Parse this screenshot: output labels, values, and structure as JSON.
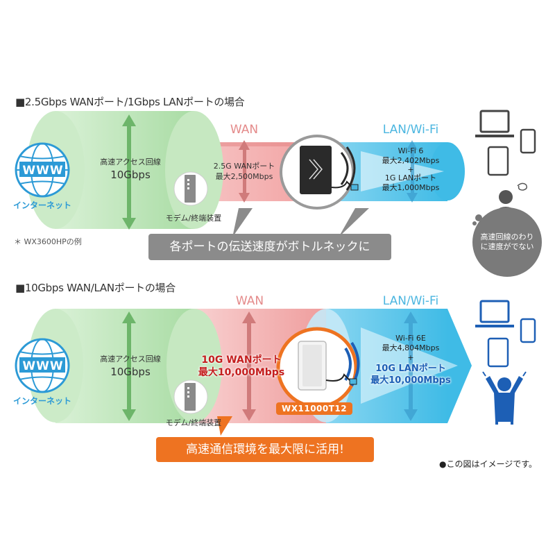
{
  "section1": {
    "title": "■2.5Gbps WANポート/1Gbps LANポートの場合",
    "www_label": "WWW",
    "internet_label": "インターネット",
    "line_label": "高速アクセス回線",
    "line_speed": "10Gbps",
    "wan_header": "WAN",
    "lan_header": "LAN/Wi-Fi",
    "wan_port_label": "2.5G WANポート",
    "wan_port_speed": "最大2,500Mbps",
    "modem_label": "モデム/終端装置",
    "wifi_label": "Wi-Fi 6",
    "wifi_speed": "最大2,402Mbps",
    "plus": "+",
    "lan_port_label": "1G LANポート",
    "lan_port_speed": "最大1,000Mbps",
    "footnote": "＊ WX3600HPの例",
    "callout": "各ポートの伝送速度がボトルネックに",
    "bubble": "高速回線のわりに速度がでない"
  },
  "section2": {
    "title": "■10Gbps WAN/LANポートの場合",
    "www_label": "WWW",
    "internet_label": "インターネット",
    "line_label": "高速アクセス回線",
    "line_speed": "10Gbps",
    "wan_header": "WAN",
    "lan_header": "LAN/Wi-Fi",
    "wan_port_label": "10G WANポート",
    "wan_port_speed": "最大10,000Mbps",
    "modem_label": "モデム/終端装置",
    "wifi_label": "Wi-Fi 6E",
    "wifi_speed": "最大4,804Mbps",
    "plus": "+",
    "lan_port_label": "10G LANポート",
    "lan_port_speed": "最大10,000Mbps",
    "model_name": "WX11000T12",
    "callout": "高速通信環境を最大限に活用!"
  },
  "disclaimer": "●この図はイメージです。",
  "colors": {
    "green_band": "#b7e4b3",
    "red_band": "#f4a9a9",
    "blue_band": "#56c4ea",
    "arrow_green": "#6db56a",
    "arrow_red": "#d07b7b",
    "arrow_blue": "#3a9ccd",
    "orange": "#ee7321",
    "device_blue": "#1d5fb5",
    "device_gray": "#555555"
  }
}
